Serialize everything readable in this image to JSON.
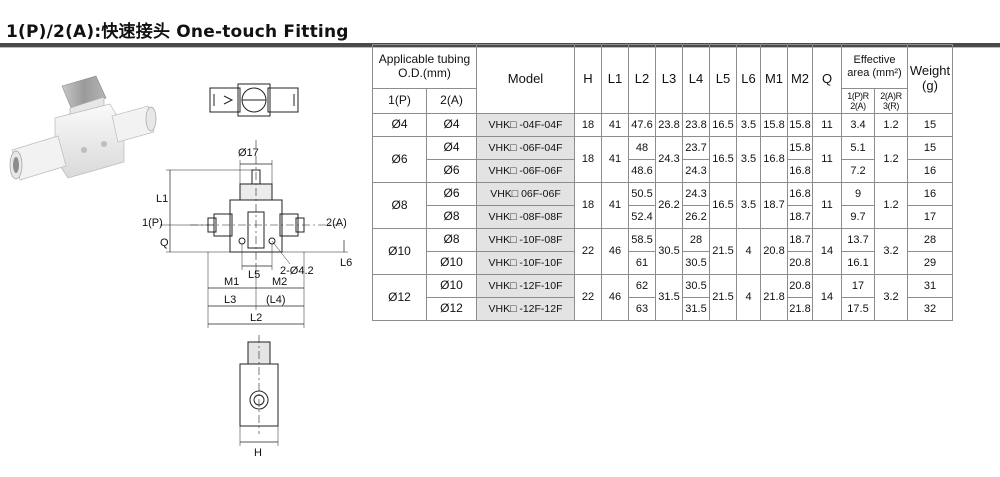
{
  "title": "1(P)/2(A):快速接头  One-touch Fitting",
  "drawing": {
    "dim_diameter": "Ø17",
    "L1": "L1",
    "port_in": "1(P)",
    "port_out": "2(A)",
    "Q": "Q",
    "L5": "L5",
    "L6": "L6",
    "holes": "2-Ø4.2",
    "M1": "M1",
    "M2": "M2",
    "L3": "L3",
    "L4": "(L4)",
    "L2": "L2",
    "H": "H"
  },
  "table": {
    "header": {
      "tubing": "Applicable tubing O.D.(mm)",
      "p": "1(P)",
      "a": "2(A)",
      "model": "Model",
      "H": "H",
      "L1": "L1",
      "L2": "L2",
      "L3": "L3",
      "L4": "L4",
      "L5": "L5",
      "L6": "L6",
      "M1": "M1",
      "M2": "M2",
      "Q": "Q",
      "effective_area": "Effective area (mm²)",
      "area_pa": "1(P)R 2(A)",
      "area_ar": "2(A)R 3(R)",
      "weight": "Weight (g)"
    },
    "groups": [
      {
        "p": "Ø4",
        "H": "18",
        "L1": "41",
        "L3": "23.8",
        "L5": "16.5",
        "L6": "3.5",
        "M1": "15.8",
        "Q": "11",
        "area_ar": "1.2",
        "rows": [
          {
            "a": "Ø4",
            "model": "VHK□ -04F-04F",
            "L2": "47.6",
            "L4": "23.8",
            "M2": "15.8",
            "area_pa": "3.4",
            "weight": "15"
          }
        ]
      },
      {
        "p": "Ø6",
        "H": "18",
        "L1": "41",
        "L3": "24.3",
        "L5": "16.5",
        "L6": "3.5",
        "M1": "16.8",
        "Q": "11",
        "area_ar": "1.2",
        "rows": [
          {
            "a": "Ø4",
            "model": "VHK□ -06F-04F",
            "L2": "48",
            "L4": "23.7",
            "M2": "15.8",
            "area_pa": "5.1",
            "weight": "15"
          },
          {
            "a": "Ø6",
            "model": "VHK□ -06F-06F",
            "L2": "48.6",
            "L4": "24.3",
            "M2": "16.8",
            "area_pa": "7.2",
            "weight": "16"
          }
        ]
      },
      {
        "p": "Ø8",
        "H": "18",
        "L1": "41",
        "L3": "26.2",
        "L5": "16.5",
        "L6": "3.5",
        "M1": "18.7",
        "Q": "11",
        "area_ar": "1.2",
        "rows": [
          {
            "a": "Ø6",
            "model": "VHK□ 06F-06F",
            "L2": "50.5",
            "L4": "24.3",
            "M2": "16.8",
            "area_pa": "9",
            "weight": "16"
          },
          {
            "a": "Ø8",
            "model": "VHK□ -08F-08F",
            "L2": "52.4",
            "L4": "26.2",
            "M2": "18.7",
            "area_pa": "9.7",
            "weight": "17"
          }
        ]
      },
      {
        "p": "Ø10",
        "H": "22",
        "L1": "46",
        "L3": "30.5",
        "L5": "21.5",
        "L6": "4",
        "M1": "20.8",
        "Q": "14",
        "area_ar": "3.2",
        "rows": [
          {
            "a": "Ø8",
            "model": "VHK□ -10F-08F",
            "L2": "58.5",
            "L4": "28",
            "M2": "18.7",
            "area_pa": "13.7",
            "weight": "28"
          },
          {
            "a": "Ø10",
            "model": "VHK□ -10F-10F",
            "L2": "61",
            "L4": "30.5",
            "M2": "20.8",
            "area_pa": "16.1",
            "weight": "29"
          }
        ]
      },
      {
        "p": "Ø12",
        "H": "22",
        "L1": "46",
        "L3": "31.5",
        "L5": "21.5",
        "L6": "4",
        "M1": "21.8",
        "Q": "14",
        "area_ar": "3.2",
        "rows": [
          {
            "a": "Ø10",
            "model": "VHK□ -12F-10F",
            "L2": "62",
            "L4": "30.5",
            "M2": "20.8",
            "area_pa": "17",
            "weight": "31"
          },
          {
            "a": "Ø12",
            "model": "VHK□ -12F-12F",
            "L2": "63",
            "L4": "31.5",
            "M2": "21.8",
            "area_pa": "17.5",
            "weight": "32"
          }
        ]
      }
    ]
  }
}
